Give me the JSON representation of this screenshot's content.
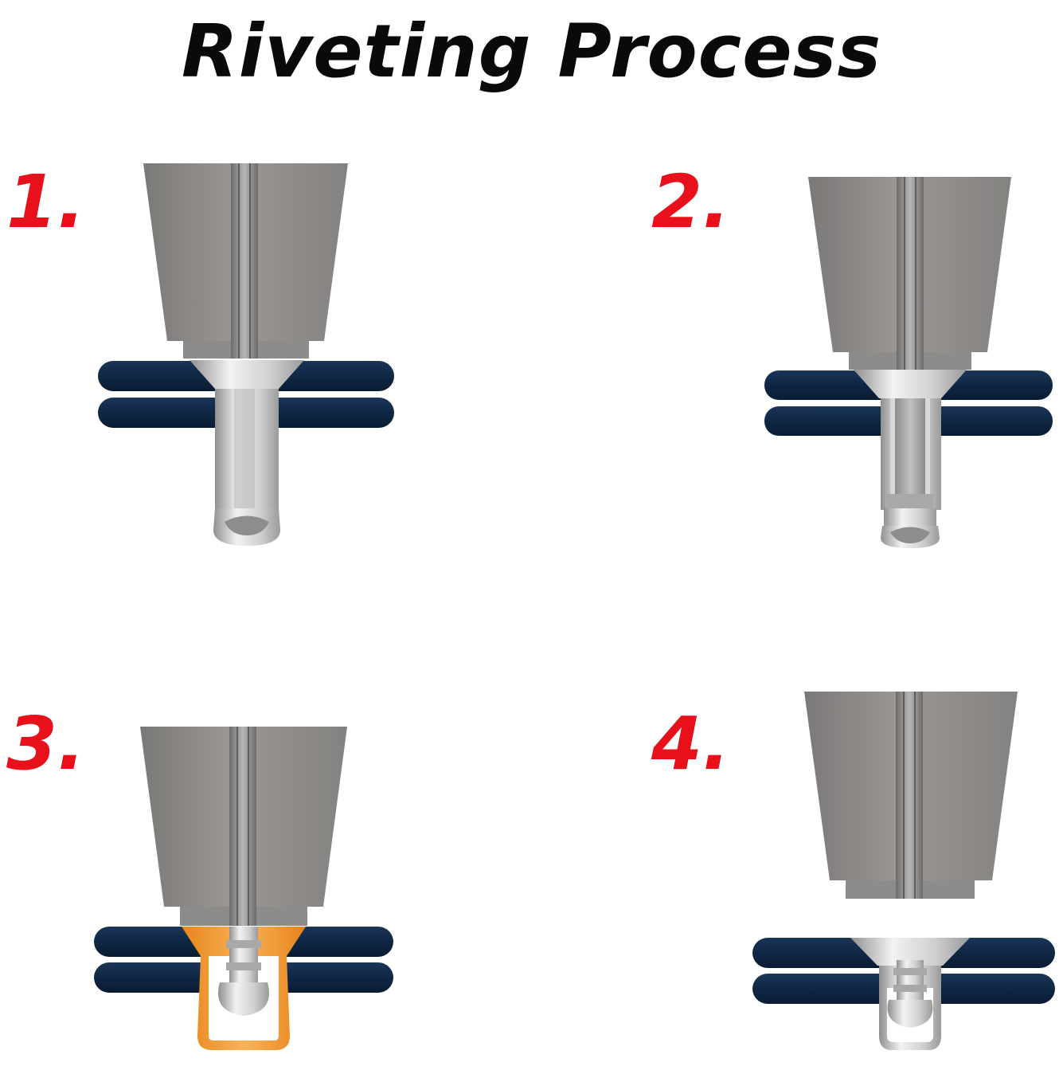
{
  "title": "Riveting Process",
  "steps": [
    {
      "number": "1."
    },
    {
      "number": "2."
    },
    {
      "number": "3."
    },
    {
      "number": "4."
    }
  ],
  "colors": {
    "title": "#0a0a0a",
    "step_number": "#e8101a",
    "tool_body": "#8a8785",
    "plate": "#0f2744",
    "rivet_metal": "#c8c8c8",
    "deformed_sleeve": "#f29a2e"
  }
}
